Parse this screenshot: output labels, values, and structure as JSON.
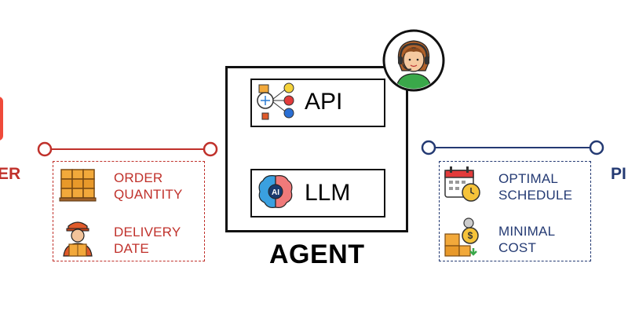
{
  "left": {
    "edge_text": "ER",
    "items": [
      {
        "label_line1": "ORDER",
        "label_line2": "QUANTITY",
        "icon": "boxes-icon"
      },
      {
        "label_line1": "DELIVERY",
        "label_line2": "DATE",
        "icon": "delivery-person-icon"
      }
    ],
    "color": "#c0312b"
  },
  "agent": {
    "title": "AGENT",
    "avatar_icon": "support-agent-icon",
    "tools": [
      {
        "label": "API",
        "icon": "api-flow-icon"
      },
      {
        "label": "LLM",
        "icon": "ai-brain-icon"
      }
    ]
  },
  "right": {
    "edge_text": "PI",
    "items": [
      {
        "label_line1": "OPTIMAL",
        "label_line2": "SCHEDULE",
        "icon": "calendar-clock-icon"
      },
      {
        "label_line1": "MINIMAL",
        "label_line2": "COST",
        "icon": "cost-boxes-icon"
      }
    ],
    "color": "#243a73"
  }
}
